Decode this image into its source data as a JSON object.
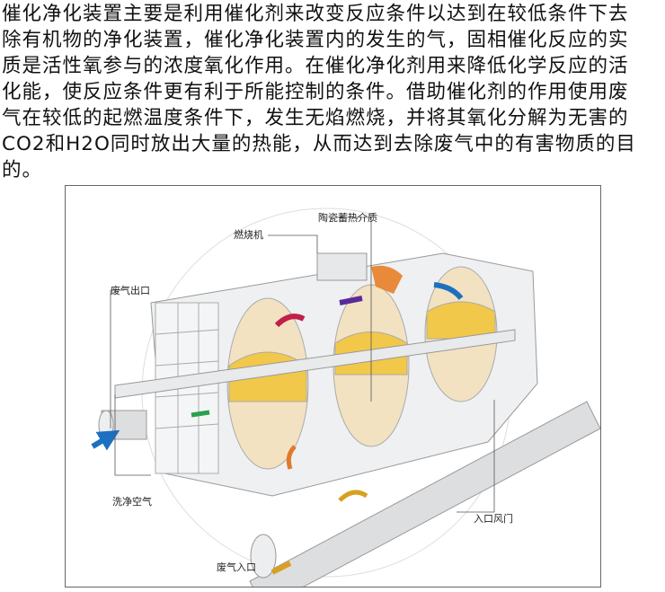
{
  "paragraph": {
    "lines": [
      "催化净化装置主要是利用催化剂来改变反应条件以达到在较低条件下去",
      "除有机物的净化装置，催化净化装置内的发生的气，固相催化反应的实",
      "质是活性氧参与的浓度氧化作用。在催化净化剂用来降低化学反应的活",
      "化能，使反应条件更有利于所能控制的条件。借助催化剂的作用使用废",
      "气在较低的起燃温度条件下，发生无焰燃烧，并将其氧化分解为无害的",
      "CO2和H2O同时放出大量的热能，从而达到去除废气中的有害物质的目",
      "的。"
    ]
  },
  "figure": {
    "labels": {
      "ceramic_media": "陶瓷蓄热介质",
      "burner": "燃烧机",
      "exhaust_outlet": "废气出口",
      "clean_air": "洗净空气",
      "inlet_damper": "入口风门",
      "exhaust_inlet": "废气入口"
    }
  }
}
